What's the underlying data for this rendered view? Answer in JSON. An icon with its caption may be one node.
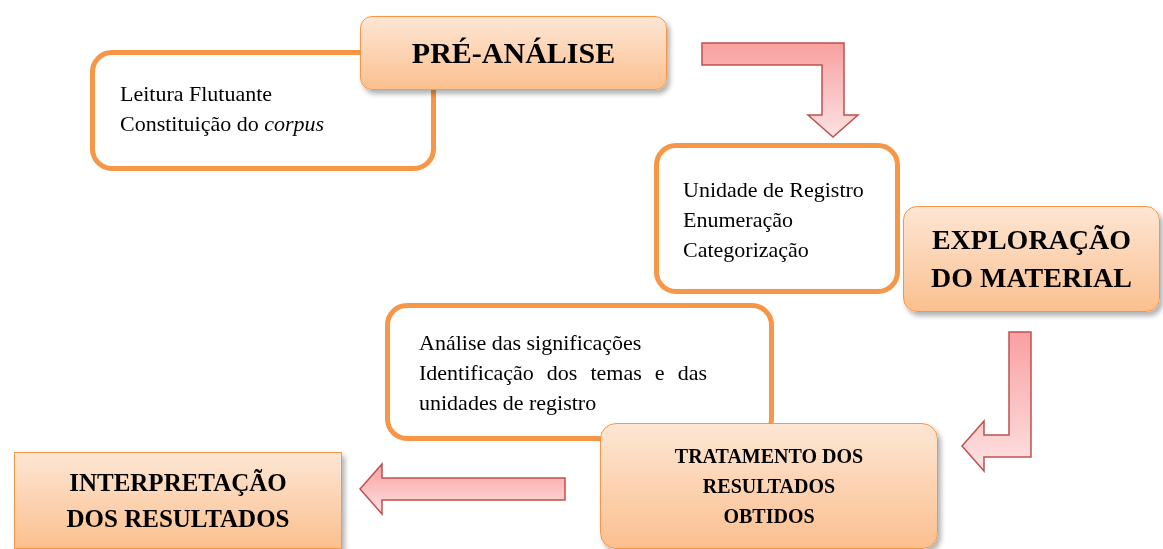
{
  "diagram": {
    "nodes": [
      {
        "text": [
          "Leitura Flutuante",
          "Constituição do *corpus*"
        ]
      },
      {
        "text": [
          "PRÉ-ANÁLISE"
        ]
      },
      {
        "text": [
          "Unidade de Registro",
          "Enumeração",
          "Categorização"
        ]
      },
      {
        "text": [
          "EXPLORAÇÃO DO MATERIAL"
        ]
      },
      {
        "text": [
          "Análise das significações",
          "Identificação dos temas e das unidades de registro"
        ]
      },
      {
        "text": [
          "TRATAMENTO DOS RESULTADOS OBTIDOS"
        ]
      },
      {
        "text": [
          "INTERPRETAÇÃO DOS RESULTADOS"
        ]
      }
    ],
    "edges": [
      {
        "from": 1,
        "to": 2,
        "arrow": "to",
        "style": "thick"
      },
      {
        "from": 3,
        "to": 5,
        "arrow": "to",
        "style": "thick"
      },
      {
        "from": 5,
        "to": 6,
        "arrow": "to",
        "style": "thick"
      }
    ]
  }
}
